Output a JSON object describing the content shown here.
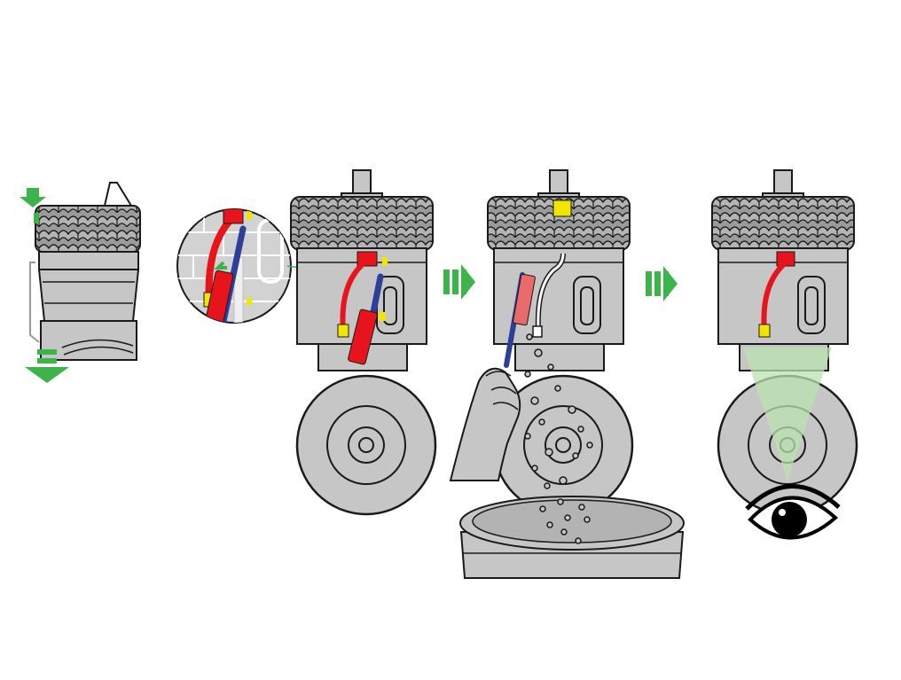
{
  "colors": {
    "background": "#ffffff",
    "body_gray": "#c6c6c6",
    "outline": "#1a1a1a",
    "accent_red": "#e8141c",
    "accent_yellow": "#f2e600",
    "accent_green": "#3cb44a",
    "tool_blue": "#2e3f9a",
    "light_green_beam": "#b9e3b0"
  },
  "steps": [
    {
      "id": "step-1",
      "depiction": "cyclone-bin-removed"
    },
    {
      "id": "step-2",
      "depiction": "zoom-inset-lever"
    },
    {
      "id": "step-3",
      "depiction": "release-lever-with-tool"
    },
    {
      "id": "step-4",
      "depiction": "brush-debris-into-bin"
    },
    {
      "id": "step-5",
      "depiction": "inspect-clear"
    }
  ],
  "icons": [
    "down-arrow-icon",
    "right-chevron-arrow-icon",
    "eye-icon",
    "hand-icon",
    "brush-icon"
  ]
}
